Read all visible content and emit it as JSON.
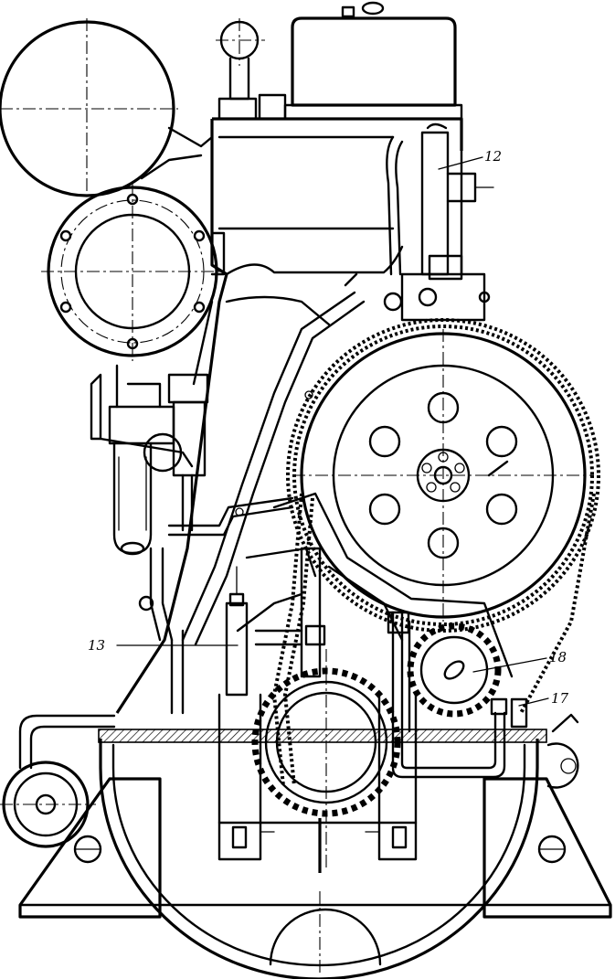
{
  "callouts": [
    {
      "label": "12"
    },
    {
      "label": "13"
    },
    {
      "label": "18"
    },
    {
      "label": "17"
    }
  ],
  "colors": {
    "ink": "#000000",
    "paper": "#ffffff"
  }
}
